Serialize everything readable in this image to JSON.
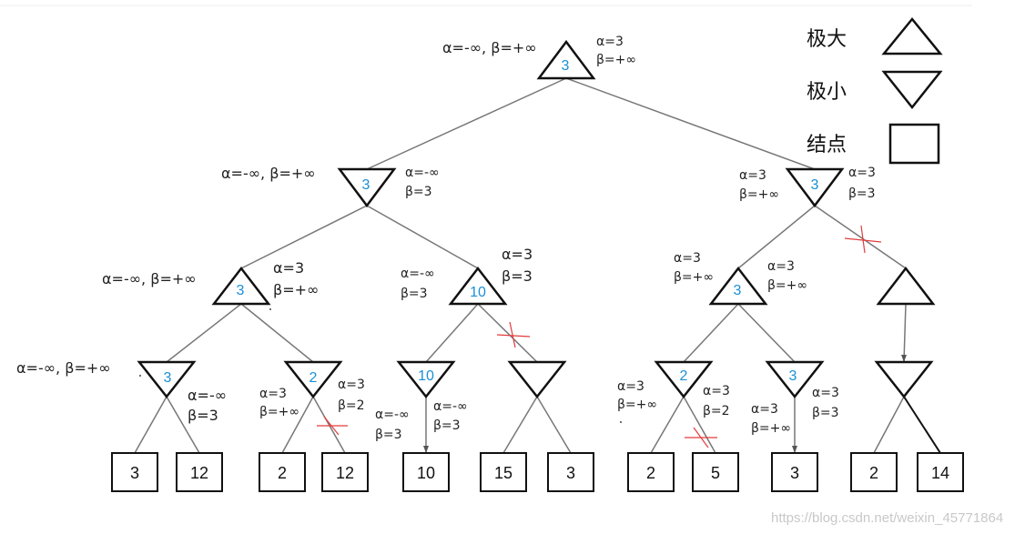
{
  "colors": {
    "node_value": "#1a8fd6",
    "stroke": "#111111",
    "edge": "#777777",
    "cut": "#e23b3b"
  },
  "legend": {
    "max_label": "极大",
    "min_label": "极小",
    "leaf_label": "结点"
  },
  "nodes": [
    {
      "id": "root",
      "kind": "max",
      "value": "3",
      "labels": [
        {
          "text": "α=-∞, β=+∞"
        },
        {
          "text": "α=3"
        },
        {
          "text": "β=+∞"
        }
      ]
    },
    {
      "id": "L",
      "kind": "min",
      "value": "3",
      "labels": [
        {
          "text": "α=-∞, β=+∞"
        },
        {
          "text": "α=-∞"
        },
        {
          "text": "β=3"
        }
      ]
    },
    {
      "id": "R",
      "kind": "min",
      "value": "3",
      "labels": [
        {
          "text": "α=3"
        },
        {
          "text": "β=+∞"
        },
        {
          "text": "α=3"
        },
        {
          "text": "β=3"
        }
      ]
    },
    {
      "id": "LL",
      "kind": "max",
      "value": "3",
      "labels": [
        {
          "text": "α=-∞, β=+∞"
        },
        {
          "text": "α=3"
        },
        {
          "text": "β=+∞"
        }
      ]
    },
    {
      "id": "LR",
      "kind": "max",
      "value": "10",
      "labels": [
        {
          "text": "α=-∞"
        },
        {
          "text": "β=3"
        },
        {
          "text": "α=3"
        },
        {
          "text": "β=3"
        }
      ]
    },
    {
      "id": "RL",
      "kind": "max",
      "value": "3",
      "labels": [
        {
          "text": "α=3"
        },
        {
          "text": "β=+∞"
        },
        {
          "text": "α=3"
        },
        {
          "text": "β=+∞"
        }
      ]
    },
    {
      "id": "RR",
      "kind": "max",
      "value": "",
      "labels": []
    },
    {
      "id": "LLL",
      "kind": "min",
      "value": "3",
      "labels": [
        {
          "text": "α=-∞, β=+∞"
        },
        {
          "text": "α=-∞"
        },
        {
          "text": "β=3"
        }
      ]
    },
    {
      "id": "LLR",
      "kind": "min",
      "value": "2",
      "labels": [
        {
          "text": "α=3"
        },
        {
          "text": "β=+∞"
        },
        {
          "text": "α=3"
        },
        {
          "text": "β=2"
        }
      ]
    },
    {
      "id": "LRL",
      "kind": "min",
      "value": "10",
      "labels": [
        {
          "text": "α=-∞"
        },
        {
          "text": "β=3"
        },
        {
          "text": "α=-∞"
        },
        {
          "text": "β=3"
        }
      ]
    },
    {
      "id": "LRR",
      "kind": "min",
      "value": "",
      "labels": []
    },
    {
      "id": "RLL",
      "kind": "min",
      "value": "2",
      "labels": [
        {
          "text": "α=3"
        },
        {
          "text": "β=+∞"
        },
        {
          "text": "α=3"
        },
        {
          "text": "β=2"
        }
      ]
    },
    {
      "id": "RLR",
      "kind": "min",
      "value": "3",
      "labels": [
        {
          "text": "α=3"
        },
        {
          "text": "β=+∞"
        },
        {
          "text": "α=3"
        },
        {
          "text": "β=3"
        }
      ]
    },
    {
      "id": "RRL",
      "kind": "min",
      "value": "",
      "labels": []
    }
  ],
  "leaves": [
    "3",
    "12",
    "2",
    "12",
    "10",
    "15",
    "3",
    "2",
    "5",
    "3",
    "2",
    "14"
  ],
  "watermark": "https://blog.csdn.net/weixin_45771864"
}
